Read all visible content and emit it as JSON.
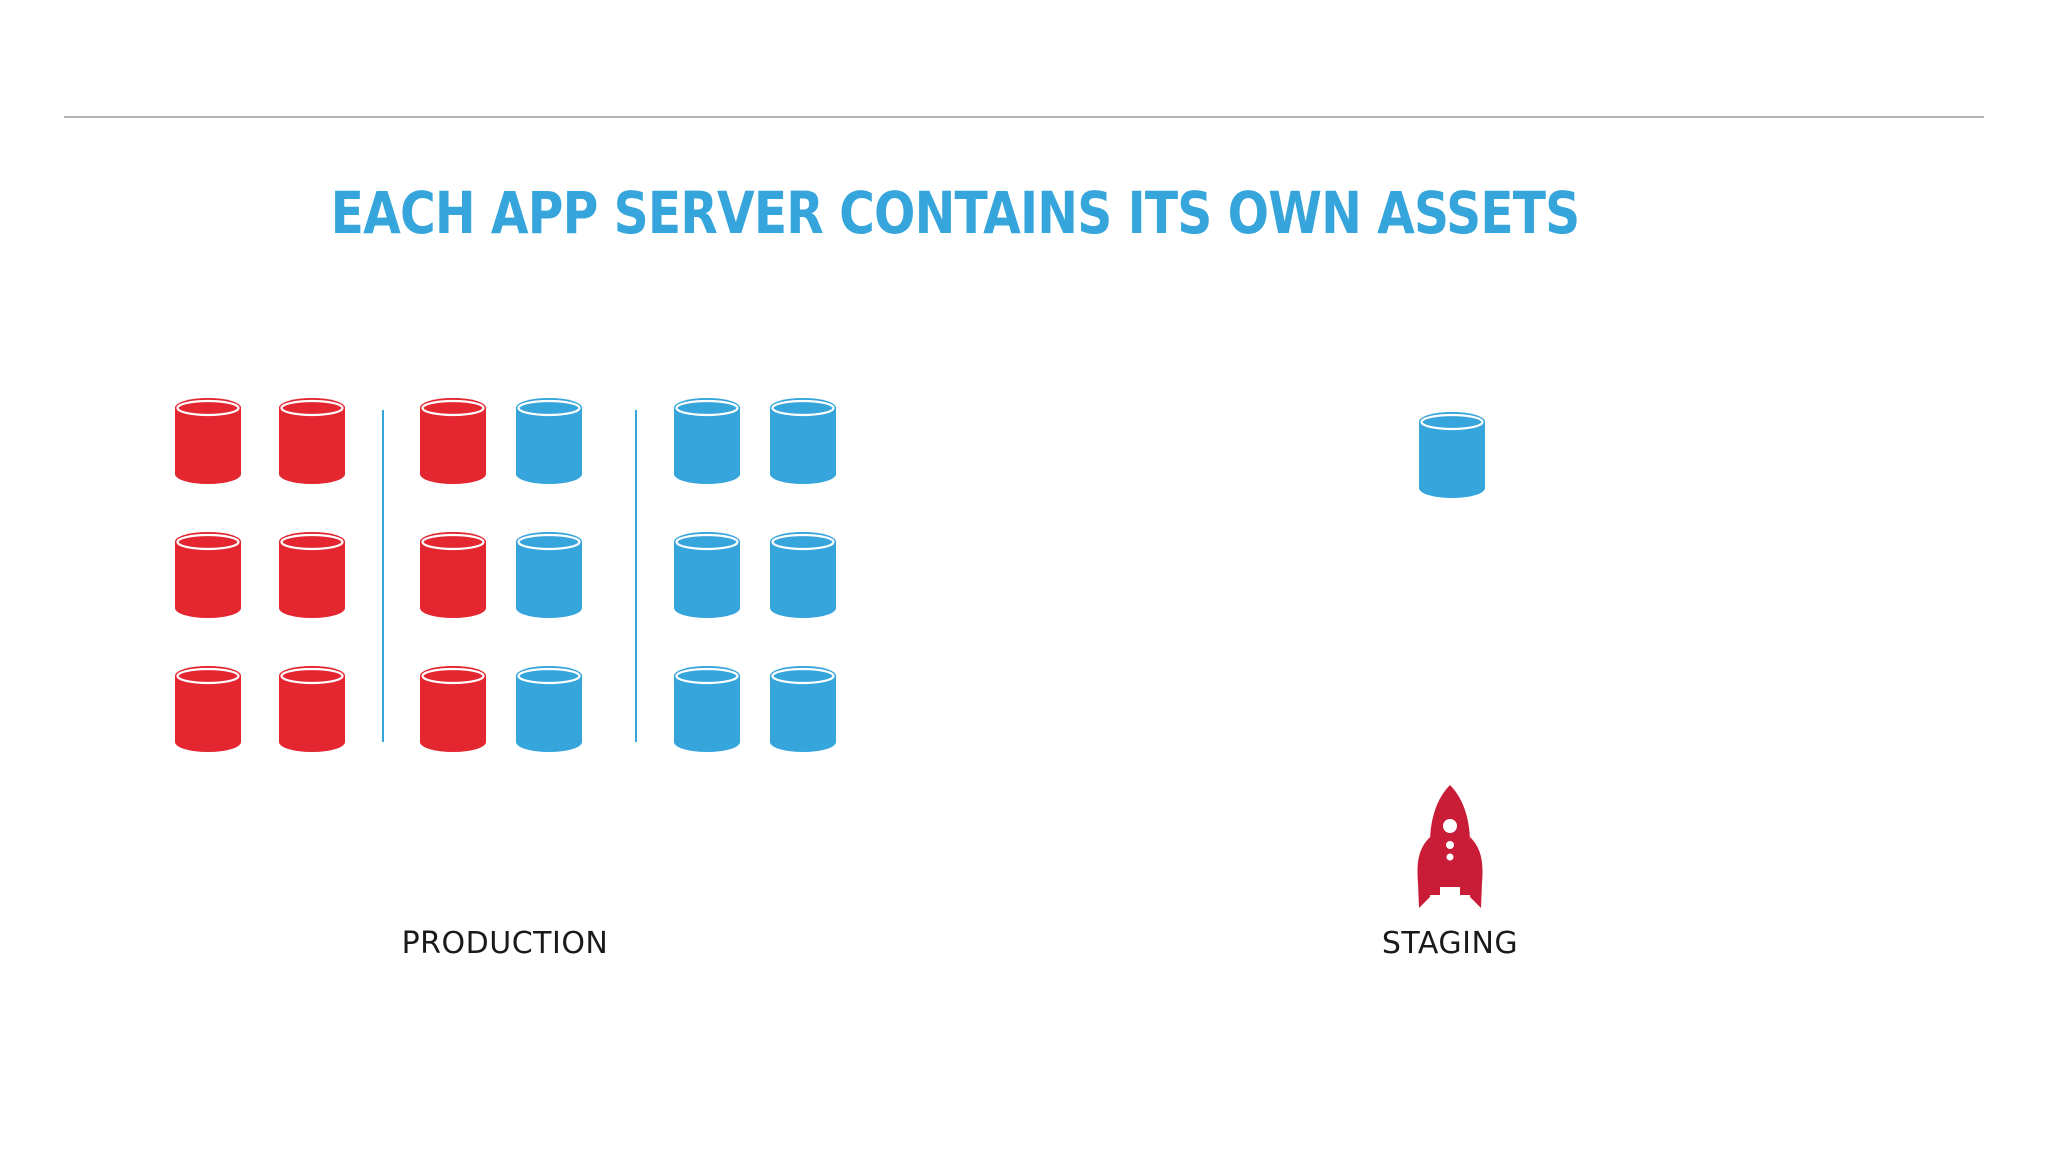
{
  "slide": {
    "title": "EACH APP SERVER CONTAINS ITS OWN ASSETS",
    "title_color": "#35a5db"
  },
  "colors": {
    "old_assets": "#e3262f",
    "new_assets": "#35a5db",
    "divider": "#35a5db",
    "rocket": "#c91c37"
  },
  "environments": {
    "production": {
      "label": "PRODUCTION",
      "groups": [
        {
          "name": "group-1",
          "rows": [
            [
              "old",
              "old"
            ],
            [
              "old",
              "old"
            ],
            [
              "old",
              "old"
            ]
          ]
        },
        {
          "name": "group-2",
          "rows": [
            [
              "old",
              "new"
            ],
            [
              "old",
              "new"
            ],
            [
              "old",
              "new"
            ]
          ]
        },
        {
          "name": "group-3",
          "rows": [
            [
              "new",
              "new"
            ],
            [
              "new",
              "new"
            ],
            [
              "new",
              "new"
            ]
          ]
        }
      ]
    },
    "staging": {
      "label": "STAGING",
      "servers": [
        "new"
      ],
      "icon": "rocket-icon"
    }
  }
}
